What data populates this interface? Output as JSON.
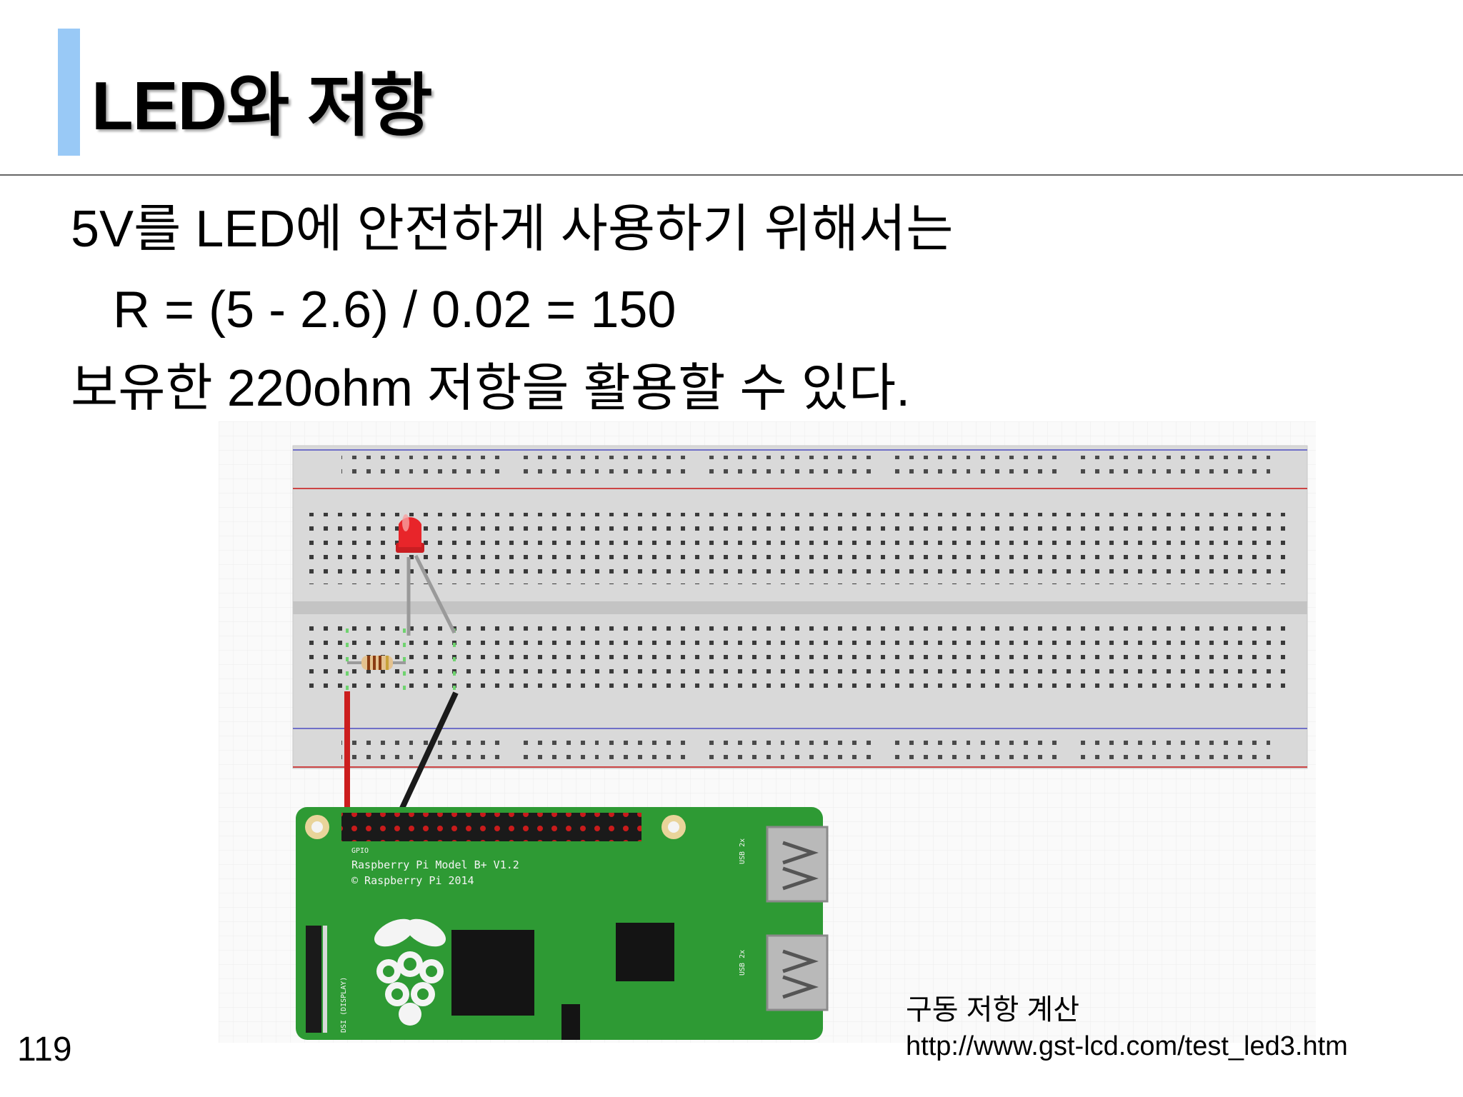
{
  "slide": {
    "title": "LED와 저항",
    "line1": "5V를 LED에 안전하게 사용하기 위해서는",
    "line2": "R = (5 - 2.6) / 0.02 = 150",
    "line3": "보유한 220ohm 저항을 활용할 수 있다.",
    "caption": "구동 저항 계산",
    "link": "http://www.gst-lcd.com/test_led3.htm",
    "page_number": "119"
  },
  "figure": {
    "board_line1": "Raspberry Pi Model B+ V1.2",
    "board_line2": "© Raspberry Pi 2014",
    "gpio_label": "GPIO",
    "usb_label": "USB 2x",
    "dsi_label": "DSI (DISPLAY)",
    "colors": {
      "accent": "#99c9f6",
      "pcb": "#2e9a34",
      "led": "#e8252a",
      "wire_red": "#cc1e1e",
      "wire_black": "#1a1a1a"
    }
  }
}
